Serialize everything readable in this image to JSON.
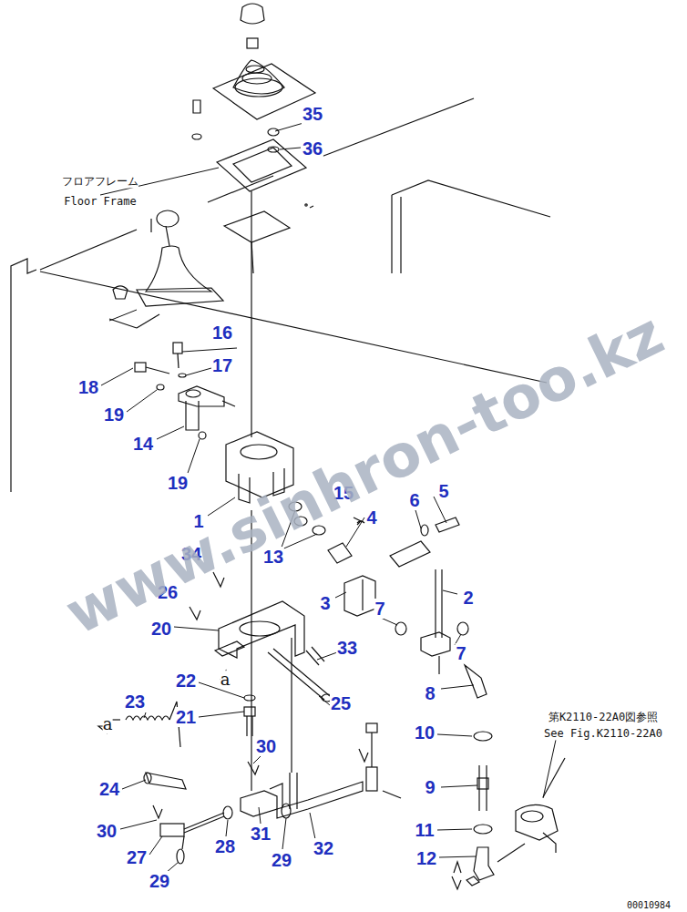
{
  "diagram": {
    "labels": [
      "35",
      "36",
      "フロアフレーム",
      "Floor Frame",
      "16",
      "18",
      "17",
      "19",
      "14",
      "19",
      "1",
      "15",
      "6",
      "5",
      "4",
      "13",
      "34",
      "3",
      "7",
      "2",
      "26",
      "20",
      "33",
      "7",
      "8",
      "22",
      "a",
      "21",
      "25",
      "10",
      "23",
      "a",
      "30",
      "第K2110-22A0図参照",
      "See Fig.K2110-22A0",
      "9",
      "24",
      "30",
      "28",
      "31",
      "32",
      "27",
      "29",
      "29",
      "11",
      "12",
      "00010984",
      "www.sinhron-too.kz"
    ]
  }
}
